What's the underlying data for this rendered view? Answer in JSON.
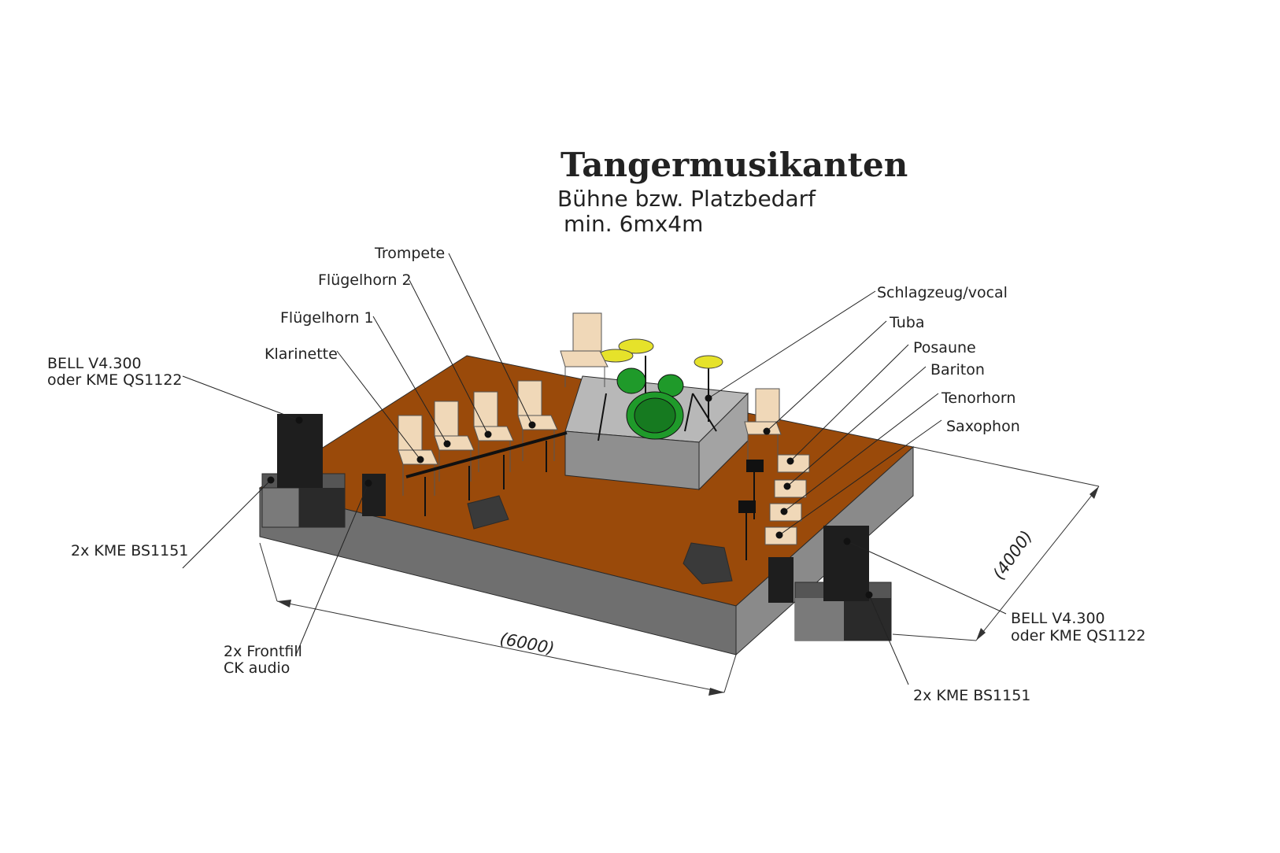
{
  "header": {
    "title": "Tangermusikanten",
    "subtitle_line1": "Bühne bzw. Platzbedarf",
    "subtitle_line2": "min. 6mx4m"
  },
  "labels": {
    "trompete": "Trompete",
    "fluegelhorn2": "Flügelhorn 2",
    "fluegelhorn1": "Flügelhorn 1",
    "klarinette": "Klarinette",
    "schlagzeug": "Schlagzeug/vocal",
    "tuba": "Tuba",
    "posaune": "Posaune",
    "bariton": "Bariton",
    "tenorhorn": "Tenorhorn",
    "saxophon": "Saxophon",
    "speaker_left_line1": "BELL V4.300",
    "speaker_left_line2": "oder KME QS1122",
    "speaker_right_line1": "BELL V4.300",
    "speaker_right_line2": "oder KME QS1122",
    "sub_left": "2x KME BS1151",
    "sub_right": "2x KME BS1151",
    "frontfill_line1": "2x Frontfill",
    "frontfill_line2": "CK audio"
  },
  "dimensions": {
    "width_label": "(6000)",
    "depth_label": "(4000)"
  },
  "colors": {
    "stage_floor": "#9a4a0a",
    "stage_side": "#8a8a8a",
    "stage_front": "#6f6f6f",
    "drum_riser_top": "#b8b8b8",
    "drum_green": "#1f9a2a",
    "cymbal": "#e6e22a",
    "chair": "#f0d8b8",
    "speaker": "#1e1e1e"
  },
  "icons": {
    "chair": "chair-icon",
    "music_stand": "music-stand-icon",
    "drum_kit": "drum-kit-icon",
    "speaker": "speaker-icon",
    "monitor": "monitor-wedge-icon"
  }
}
